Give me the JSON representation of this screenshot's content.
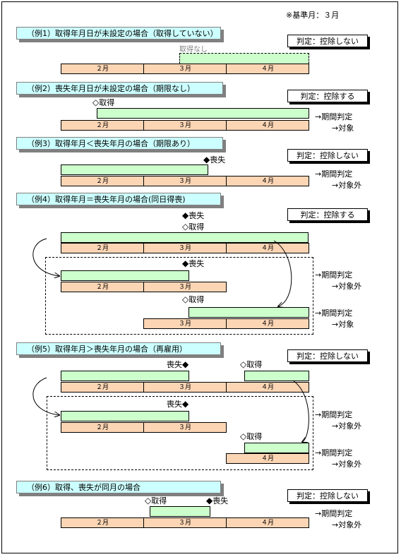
{
  "note": "※基準月：３月",
  "months": {
    "feb": "２月",
    "mar": "３月",
    "apr": "４月"
  },
  "marks": {
    "acquire": "取得",
    "lose": "喪失",
    "acquire_glyph": "◇",
    "lose_glyph": "◆"
  },
  "period_judgement": "→期間判定",
  "target": "→対象",
  "not_target": "→対象外",
  "examples": [
    {
      "title": "（例1）取得年月日が未設定の場合（取得していない）",
      "verdict": "判定：控除しない",
      "note": "取得なし"
    },
    {
      "title": "（例2）喪失年月日が未設定の場合（期限なし）",
      "verdict": "判定：控除する"
    },
    {
      "title": "（例3）取得年月＜喪失年月の場合（期限あり）",
      "verdict": "判定：控除しない"
    },
    {
      "title": "（例4）取得年月＝喪失年月の場合(同日得喪)",
      "verdict": "判定：控除する"
    },
    {
      "title": "（例5）取得年月＞喪失年月の場合（再雇用）",
      "verdict": "判定：控除しない"
    },
    {
      "title": "（例6）取得、喪失が同月の場合",
      "verdict": "判定：控除しない"
    }
  ]
}
